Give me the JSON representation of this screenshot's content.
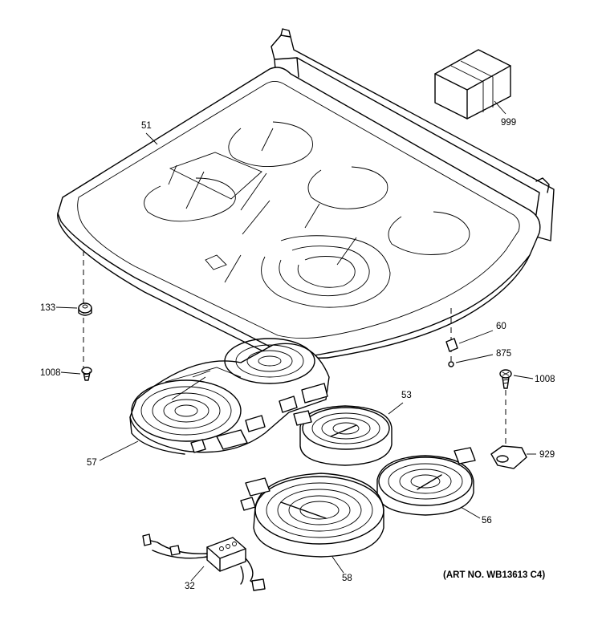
{
  "labels": {
    "p51": "51",
    "p999": "999",
    "p133": "133",
    "p1008a": "1008",
    "p60": "60",
    "p875": "875",
    "p1008b": "1008",
    "p53": "53",
    "p929": "929",
    "p57": "57",
    "p56": "56",
    "p32": "32",
    "p58": "58"
  },
  "art_number": "(ART NO. WB13613 C4)"
}
